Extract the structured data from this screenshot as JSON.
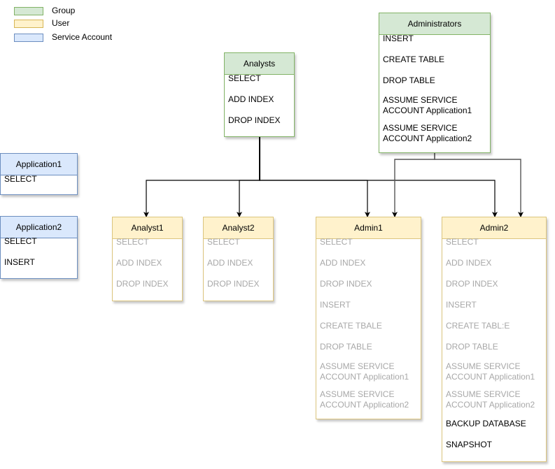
{
  "legend": [
    {
      "label": "Group",
      "fill": "#d5e8d4",
      "stroke": "#82b366"
    },
    {
      "label": "User",
      "fill": "#fff2cc",
      "stroke": "#d6b656"
    },
    {
      "label": "Service Account",
      "fill": "#dae8fc",
      "stroke": "#6c8ebf"
    }
  ],
  "boxes": [
    {
      "id": "administrators",
      "kind": "group",
      "title": "Administrators",
      "rows": [
        {
          "text": "INSERT"
        },
        {
          "text": "CREATE TABLE"
        },
        {
          "text": "DROP TABLE"
        },
        {
          "text": "ASSUME SERVICE ACCOUNT Application1"
        },
        {
          "text": "ASSUME SERVICE ACCOUNT Application2"
        }
      ]
    },
    {
      "id": "analysts",
      "kind": "group",
      "title": "Analysts",
      "rows": [
        {
          "text": "SELECT"
        },
        {
          "text": "ADD INDEX"
        },
        {
          "text": "DROP INDEX"
        }
      ]
    },
    {
      "id": "application1",
      "kind": "service",
      "title": "Application1",
      "rows": [
        {
          "text": "SELECT"
        }
      ]
    },
    {
      "id": "application2",
      "kind": "service",
      "title": "Application2",
      "rows": [
        {
          "text": "SELECT"
        },
        {
          "text": "INSERT"
        }
      ]
    },
    {
      "id": "analyst1",
      "kind": "user",
      "title": "Analyst1",
      "rows": [
        {
          "text": "SELECT",
          "inherited": true
        },
        {
          "text": "ADD INDEX",
          "inherited": true
        },
        {
          "text": "DROP INDEX",
          "inherited": true
        }
      ]
    },
    {
      "id": "analyst2",
      "kind": "user",
      "title": "Analyst2",
      "rows": [
        {
          "text": "SELECT",
          "inherited": true
        },
        {
          "text": "ADD INDEX",
          "inherited": true
        },
        {
          "text": "DROP INDEX",
          "inherited": true
        }
      ]
    },
    {
      "id": "admin1",
      "kind": "user",
      "title": "Admin1",
      "rows": [
        {
          "text": "SELECT",
          "inherited": true
        },
        {
          "text": "ADD INDEX",
          "inherited": true
        },
        {
          "text": "DROP INDEX",
          "inherited": true
        },
        {
          "text": "INSERT",
          "inherited": true
        },
        {
          "text": "CREATE TBALE",
          "inherited": true
        },
        {
          "text": "DROP TABLE",
          "inherited": true
        },
        {
          "text": "ASSUME SERVICE ACCOUNT Application1",
          "inherited": true
        },
        {
          "text": "ASSUME SERVICE ACCOUNT Application2",
          "inherited": true
        }
      ]
    },
    {
      "id": "admin2",
      "kind": "user",
      "title": "Admin2",
      "rows": [
        {
          "text": "SELECT",
          "inherited": true
        },
        {
          "text": "ADD INDEX",
          "inherited": true
        },
        {
          "text": "DROP INDEX",
          "inherited": true
        },
        {
          "text": "INSERT",
          "inherited": true
        },
        {
          "text": "CREATE TABL:E",
          "inherited": true
        },
        {
          "text": "DROP TABLE",
          "inherited": true
        },
        {
          "text": "ASSUME SERVICE ACCOUNT Application1",
          "inherited": true
        },
        {
          "text": "ASSUME SERVICE ACCOUNT Application2",
          "inherited": true
        },
        {
          "text": "BACKUP DATABASE"
        },
        {
          "text": "SNAPSHOT"
        }
      ]
    }
  ],
  "edges": [
    {
      "from": "analysts",
      "to": "analyst1"
    },
    {
      "from": "analysts",
      "to": "analyst2"
    },
    {
      "from": "analysts",
      "to": "admin1"
    },
    {
      "from": "analysts",
      "to": "admin2"
    },
    {
      "from": "administrators",
      "to": "admin1"
    },
    {
      "from": "administrators",
      "to": "admin2"
    }
  ]
}
